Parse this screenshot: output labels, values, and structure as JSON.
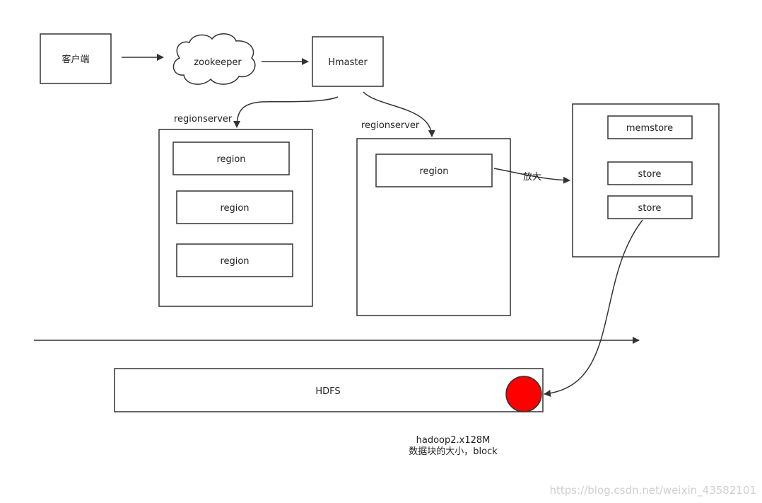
{
  "nodes": {
    "client": "客户端",
    "zookeeper": "zookeeper",
    "hmaster": "Hmaster",
    "regionserver_left_label": "regionserver",
    "regionserver_mid_label": "regionserver",
    "region_left_1": "region",
    "region_left_2": "region",
    "region_left_3": "region",
    "region_mid": "region",
    "memstore": "memstore",
    "store_1": "store",
    "store_2": "store",
    "hdfs": "HDFS"
  },
  "edges": {
    "zoom_label": "放大"
  },
  "notes": {
    "block_size_line1": "hadoop2.x128M",
    "block_size_line2": "数据块的大小，block"
  },
  "watermark": "https://blog.csdn.net/weixin_43582101",
  "colors": {
    "stroke": "#333333",
    "block_fill": "#ff0000"
  }
}
